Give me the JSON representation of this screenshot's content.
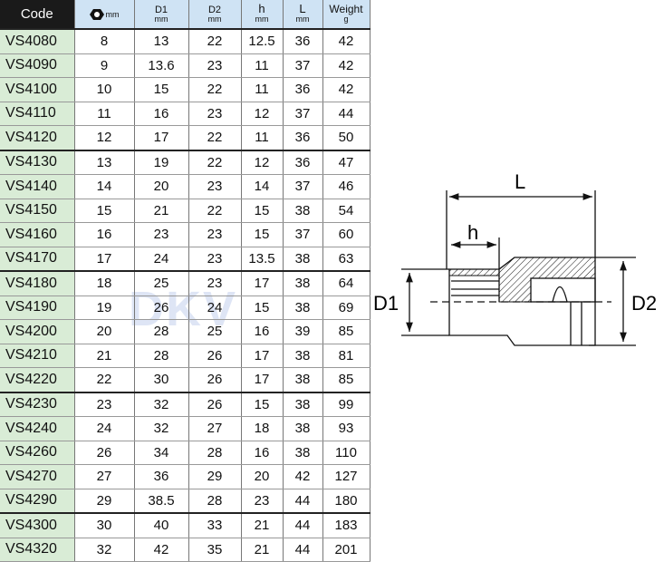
{
  "headers": {
    "code": "Code",
    "hex_unit": "mm",
    "d1": "D1",
    "d1_unit": "mm",
    "d2": "D2",
    "d2_unit": "mm",
    "h": "h",
    "h_unit": "mm",
    "l": "L",
    "l_unit": "mm",
    "weight": "Weight",
    "weight_unit": "g"
  },
  "rows": [
    [
      "VS4080",
      "8",
      "13",
      "22",
      "12.5",
      "36",
      "42"
    ],
    [
      "VS4090",
      "9",
      "13.6",
      "23",
      "11",
      "37",
      "42"
    ],
    [
      "VS4100",
      "10",
      "15",
      "22",
      "11",
      "36",
      "42"
    ],
    [
      "VS4110",
      "11",
      "16",
      "23",
      "12",
      "37",
      "44"
    ],
    [
      "VS4120",
      "12",
      "17",
      "22",
      "11",
      "36",
      "50"
    ],
    [
      "VS4130",
      "13",
      "19",
      "22",
      "12",
      "36",
      "47"
    ],
    [
      "VS4140",
      "14",
      "20",
      "23",
      "14",
      "37",
      "46"
    ],
    [
      "VS4150",
      "15",
      "21",
      "22",
      "15",
      "38",
      "54"
    ],
    [
      "VS4160",
      "16",
      "23",
      "23",
      "15",
      "37",
      "60"
    ],
    [
      "VS4170",
      "17",
      "24",
      "23",
      "13.5",
      "38",
      "63"
    ],
    [
      "VS4180",
      "18",
      "25",
      "23",
      "17",
      "38",
      "64"
    ],
    [
      "VS4190",
      "19",
      "26",
      "24",
      "15",
      "38",
      "69"
    ],
    [
      "VS4200",
      "20",
      "28",
      "25",
      "16",
      "39",
      "85"
    ],
    [
      "VS4210",
      "21",
      "28",
      "26",
      "17",
      "38",
      "81"
    ],
    [
      "VS4220",
      "22",
      "30",
      "26",
      "17",
      "38",
      "85"
    ],
    [
      "VS4230",
      "23",
      "32",
      "26",
      "15",
      "38",
      "99"
    ],
    [
      "VS4240",
      "24",
      "32",
      "27",
      "18",
      "38",
      "93"
    ],
    [
      "VS4260",
      "26",
      "34",
      "28",
      "16",
      "38",
      "110"
    ],
    [
      "VS4270",
      "27",
      "36",
      "29",
      "20",
      "42",
      "127"
    ],
    [
      "VS4290",
      "29",
      "38.5",
      "28",
      "23",
      "44",
      "180"
    ],
    [
      "VS4300",
      "30",
      "40",
      "33",
      "21",
      "44",
      "183"
    ],
    [
      "VS4320",
      "32",
      "42",
      "35",
      "21",
      "44",
      "201"
    ]
  ],
  "group_ends": [
    4,
    9,
    14,
    19
  ],
  "diagram": {
    "L": "L",
    "h": "h",
    "D1": "D1",
    "D2": "D2"
  },
  "watermark": "DKV"
}
